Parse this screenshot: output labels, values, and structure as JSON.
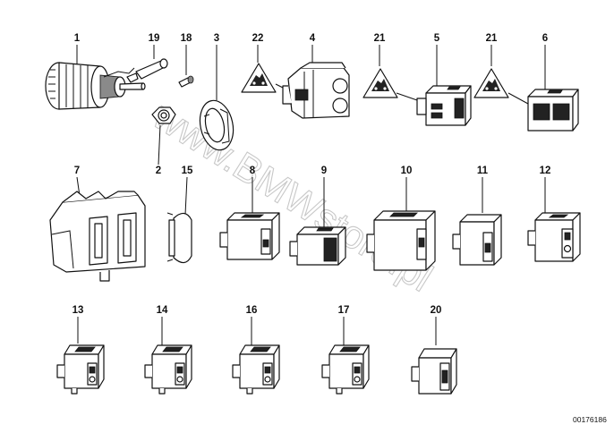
{
  "diagram": {
    "watermark": "www.BMWstore.pl",
    "document_id": "00176186",
    "callouts": [
      "1",
      "19",
      "18",
      "3",
      "22",
      "4",
      "21",
      "5",
      "21",
      "6",
      "2",
      "15",
      "7",
      "8",
      "9",
      "10",
      "11",
      "12",
      "13",
      "14",
      "16",
      "17",
      "20"
    ],
    "parts": [
      {
        "callout": "1",
        "icon": "adjusting-unit"
      },
      {
        "callout": "19",
        "icon": "bulb-holder"
      },
      {
        "callout": "18",
        "icon": "bulb"
      },
      {
        "callout": "3",
        "icon": "knob-ring"
      },
      {
        "callout": "22",
        "icon": "warning-triangle-symbol"
      },
      {
        "callout": "4",
        "icon": "double-switch"
      },
      {
        "callout": "5",
        "icon": "switch-with-symbol"
      },
      {
        "callout": "6",
        "icon": "switch-with-symbol"
      },
      {
        "callout": "2",
        "icon": "nut"
      },
      {
        "callout": "15",
        "icon": "cover-plug"
      },
      {
        "callout": "7",
        "icon": "switch-trim-frame"
      },
      {
        "callout": "8",
        "icon": "rocker-switch"
      },
      {
        "callout": "9",
        "icon": "rocker-switch"
      },
      {
        "callout": "10",
        "icon": "large-switch"
      },
      {
        "callout": "11",
        "icon": "rocker-switch"
      },
      {
        "callout": "12",
        "icon": "rocker-switch"
      },
      {
        "callout": "13",
        "icon": "rocker-switch"
      },
      {
        "callout": "14",
        "icon": "rocker-switch"
      },
      {
        "callout": "16",
        "icon": "rocker-switch"
      },
      {
        "callout": "17",
        "icon": "rocker-switch"
      },
      {
        "callout": "20",
        "icon": "rocker-switch"
      }
    ]
  }
}
